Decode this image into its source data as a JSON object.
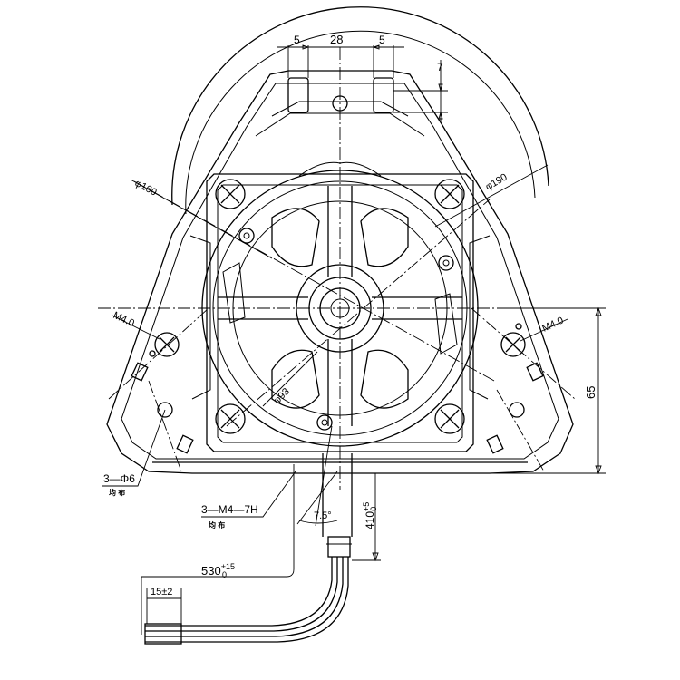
{
  "drawing": {
    "stroke_color": "#000000",
    "background_color": "#ffffff",
    "dimensions": {
      "slot_width_left": "5",
      "slot_spacing": "28",
      "slot_width_right": "5",
      "slot_depth": "7",
      "diameter_outer": "φ190",
      "diameter_flange": "φ160",
      "diameter_hub": "φ93",
      "thread_left": "M4.0",
      "thread_right": "M4.0",
      "height": "65",
      "holes_note": "3—Φ6",
      "holes_subnote": "均 布",
      "threads_note": "3—M4—7H",
      "threads_subnote": "均 布",
      "angle": "7.5°",
      "lead_length_base": "410",
      "lead_length_tol_upper": "+5",
      "lead_length_tol_lower": "0",
      "wire_length_base": "530",
      "wire_length_tol_upper": "+15",
      "wire_length_tol_lower": "0",
      "strip_length": "15±2"
    }
  }
}
